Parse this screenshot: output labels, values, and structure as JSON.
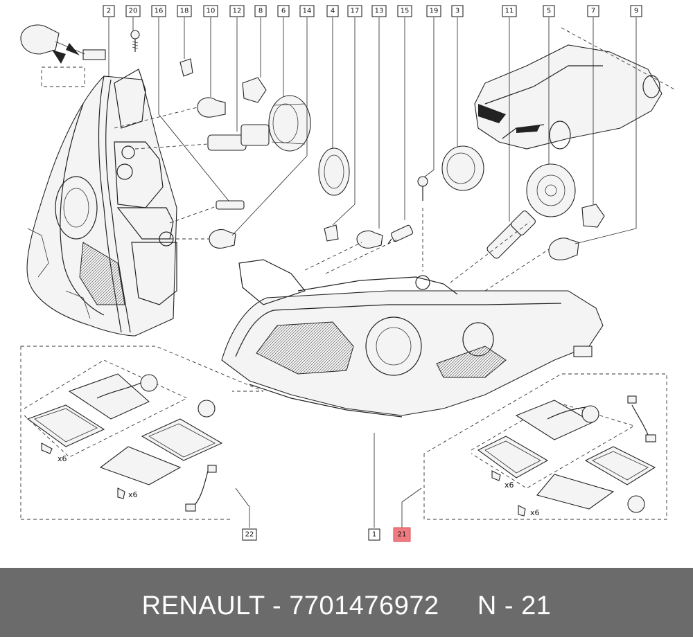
{
  "callouts": [
    {
      "id": "2",
      "highlight": false
    },
    {
      "id": "20",
      "highlight": false
    },
    {
      "id": "16",
      "highlight": false
    },
    {
      "id": "18",
      "highlight": false
    },
    {
      "id": "10",
      "highlight": false
    },
    {
      "id": "12",
      "highlight": false
    },
    {
      "id": "8",
      "highlight": false
    },
    {
      "id": "6",
      "highlight": false
    },
    {
      "id": "14",
      "highlight": false
    },
    {
      "id": "4",
      "highlight": false
    },
    {
      "id": "17",
      "highlight": false
    },
    {
      "id": "13",
      "highlight": false
    },
    {
      "id": "15",
      "highlight": false
    },
    {
      "id": "19",
      "highlight": false
    },
    {
      "id": "3",
      "highlight": false
    },
    {
      "id": "11",
      "highlight": false
    },
    {
      "id": "5",
      "highlight": false
    },
    {
      "id": "7",
      "highlight": false
    },
    {
      "id": "9",
      "highlight": false
    },
    {
      "id": "22",
      "highlight": false
    },
    {
      "id": "1",
      "highlight": false
    },
    {
      "id": "21",
      "highlight": true
    }
  ],
  "multipliers": {
    "left_screws_top": "x6",
    "left_screws_bottom": "x6",
    "right_screws_top": "x6",
    "right_screws_bottom": "x6"
  },
  "footer": {
    "text": "RENAULT - 7701476972     N - 21"
  },
  "colors": {
    "highlight_fill": "#ee7b7f",
    "footer_bg": "#6b6b6b"
  }
}
